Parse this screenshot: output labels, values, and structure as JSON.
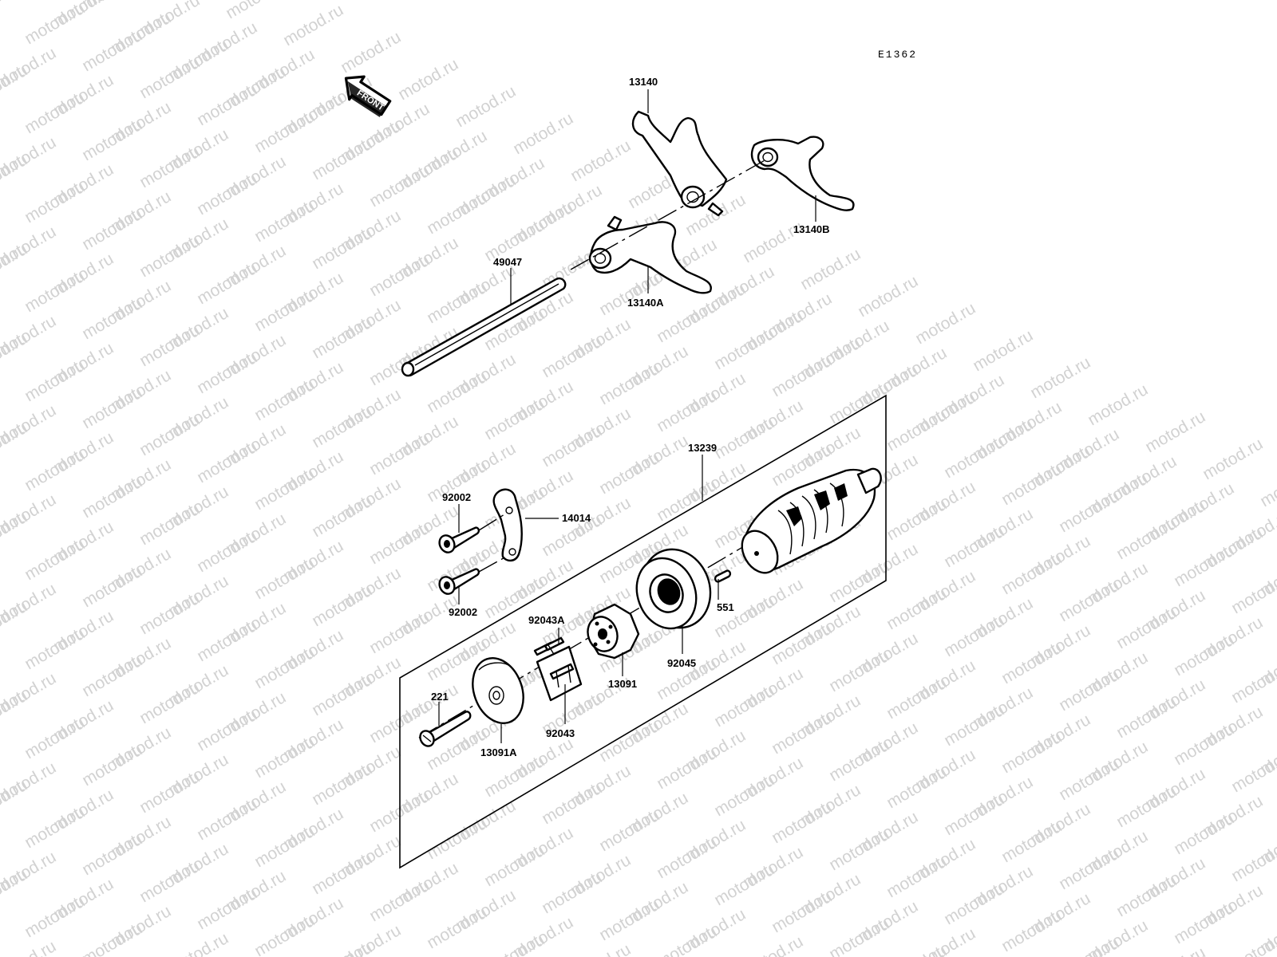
{
  "diagram": {
    "code": "E1362",
    "front_arrow_label": "FRONT",
    "watermark_text": "motod.ru",
    "parts": {
      "p13140": "13140",
      "p13140B": "13140B",
      "p13140A": "13140A",
      "p49047": "49047",
      "p13239": "13239",
      "p92002_top": "92002",
      "p14014": "14014",
      "p92002_bottom": "92002",
      "p551": "551",
      "p92043A": "92043A",
      "p92045": "92045",
      "p13091": "13091",
      "p221": "221",
      "p92043": "92043",
      "p13091A": "13091A"
    }
  }
}
